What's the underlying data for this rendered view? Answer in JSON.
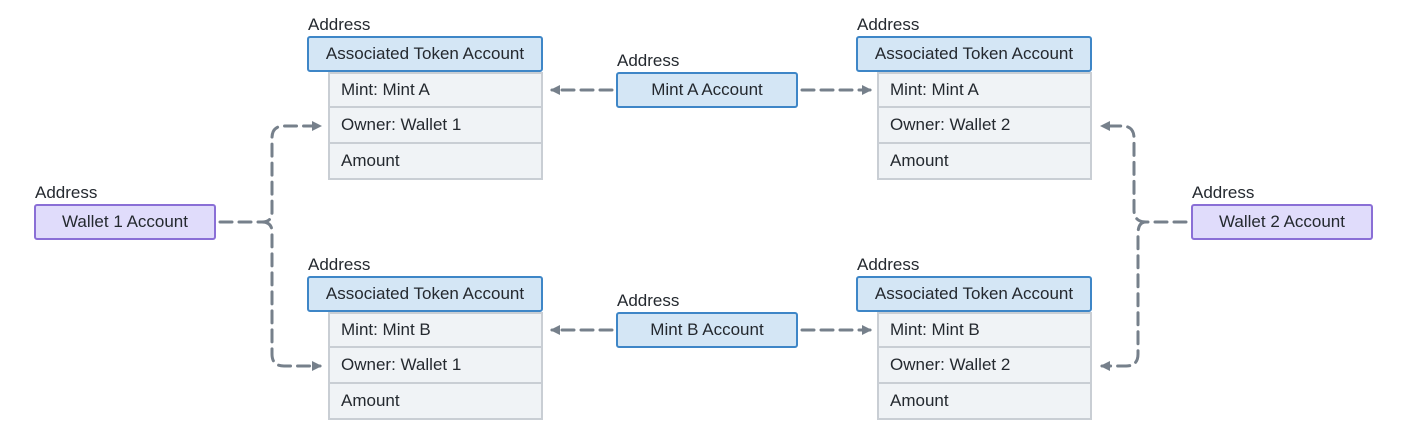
{
  "colors": {
    "ata_fill": "#d4e6f5",
    "ata_border": "#3e86c7",
    "field_fill": "#f0f3f6",
    "field_border": "#c9ced4",
    "wallet_fill": "#e0dcfb",
    "wallet_border": "#8a6fd6",
    "connector": "#76808b"
  },
  "diagram": {
    "ata_top_left": {
      "address_label": "Address",
      "header": "Associated Token Account",
      "mint": "Mint: Mint A",
      "owner": "Owner: Wallet 1",
      "amount": "Amount"
    },
    "ata_top_right": {
      "address_label": "Address",
      "header": "Associated Token Account",
      "mint": "Mint: Mint A",
      "owner": "Owner: Wallet 2",
      "amount": "Amount"
    },
    "ata_bottom_left": {
      "address_label": "Address",
      "header": "Associated Token Account",
      "mint": "Mint: Mint B",
      "owner": "Owner: Wallet 1",
      "amount": "Amount"
    },
    "ata_bottom_right": {
      "address_label": "Address",
      "header": "Associated Token Account",
      "mint": "Mint: Mint B",
      "owner": "Owner: Wallet 2",
      "amount": "Amount"
    },
    "mint_a": {
      "address_label": "Address",
      "label": "Mint A Account"
    },
    "mint_b": {
      "address_label": "Address",
      "label": "Mint B Account"
    },
    "wallet_1": {
      "address_label": "Address",
      "label": "Wallet 1 Account"
    },
    "wallet_2": {
      "address_label": "Address",
      "label": "Wallet 2 Account"
    }
  }
}
